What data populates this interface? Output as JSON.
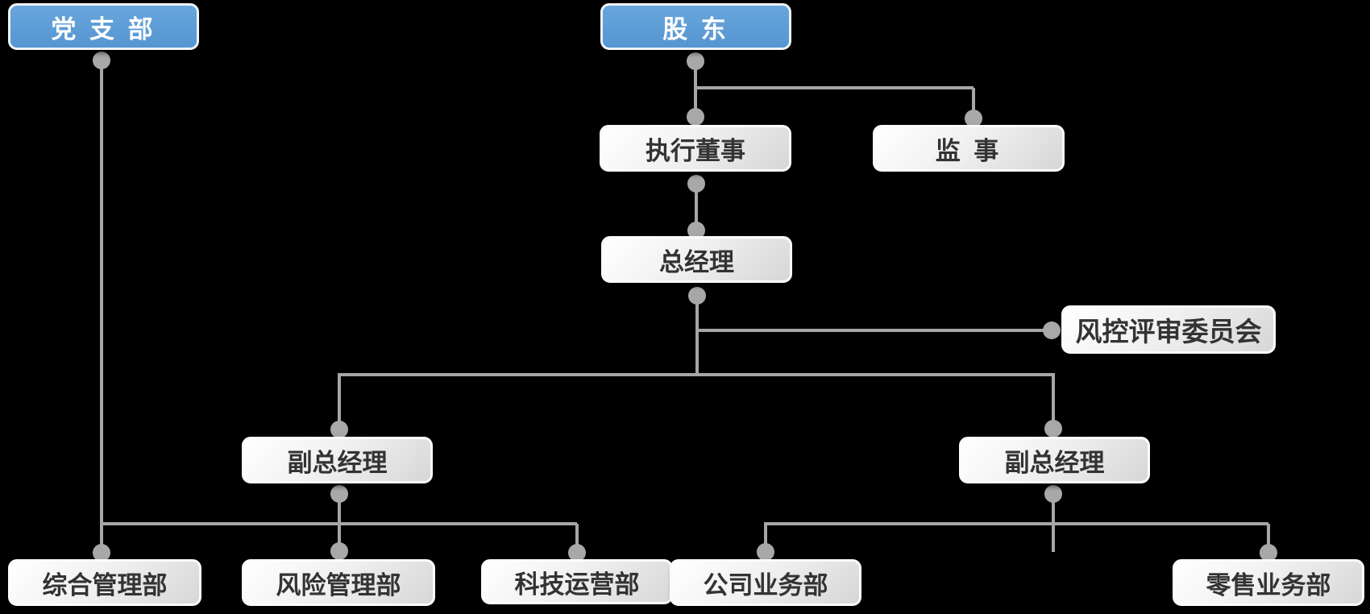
{
  "diagram": {
    "type": "org-chart",
    "background_color": "#000000",
    "accent_color": "#5b9bd5",
    "line_color": "#a6a6a6",
    "node_text_color_gray": "#333333",
    "node_text_color_blue": "#ffffff",
    "nodes": {
      "party_branch": {
        "label": "党 支 部",
        "style": "blue"
      },
      "shareholders": {
        "label": "股 东",
        "style": "blue"
      },
      "executive_director": {
        "label": "执行董事",
        "style": "gray"
      },
      "supervisor": {
        "label": "监 事",
        "style": "gray"
      },
      "general_manager": {
        "label": "总经理",
        "style": "gray"
      },
      "risk_committee": {
        "label": "风控评审委员会",
        "style": "gray"
      },
      "deputy_gm_left": {
        "label": "副总经理",
        "style": "gray"
      },
      "deputy_gm_right": {
        "label": "副总经理",
        "style": "gray"
      },
      "general_management_dept": {
        "label": "综合管理部",
        "style": "gray"
      },
      "risk_management_dept": {
        "label": "风险管理部",
        "style": "gray"
      },
      "technology_operations_dept": {
        "label": "科技运营部",
        "style": "gray"
      },
      "corporate_business_dept": {
        "label": "公司业务部",
        "style": "gray"
      },
      "retail_business_dept": {
        "label": "零售业务部",
        "style": "gray"
      }
    },
    "edges": [
      {
        "from": "shareholders",
        "to": "executive_director"
      },
      {
        "from": "shareholders",
        "to": "supervisor"
      },
      {
        "from": "executive_director",
        "to": "general_manager"
      },
      {
        "from": "general_manager",
        "to": "risk_committee"
      },
      {
        "from": "general_manager",
        "to": "deputy_gm_left"
      },
      {
        "from": "general_manager",
        "to": "deputy_gm_right"
      },
      {
        "from": "party_branch",
        "to": "general_management_dept"
      },
      {
        "from": "deputy_gm_left",
        "to": "general_management_dept"
      },
      {
        "from": "deputy_gm_left",
        "to": "risk_management_dept"
      },
      {
        "from": "deputy_gm_left",
        "to": "technology_operations_dept"
      },
      {
        "from": "deputy_gm_right",
        "to": "corporate_business_dept"
      },
      {
        "from": "deputy_gm_right",
        "to": "retail_business_dept"
      }
    ]
  }
}
